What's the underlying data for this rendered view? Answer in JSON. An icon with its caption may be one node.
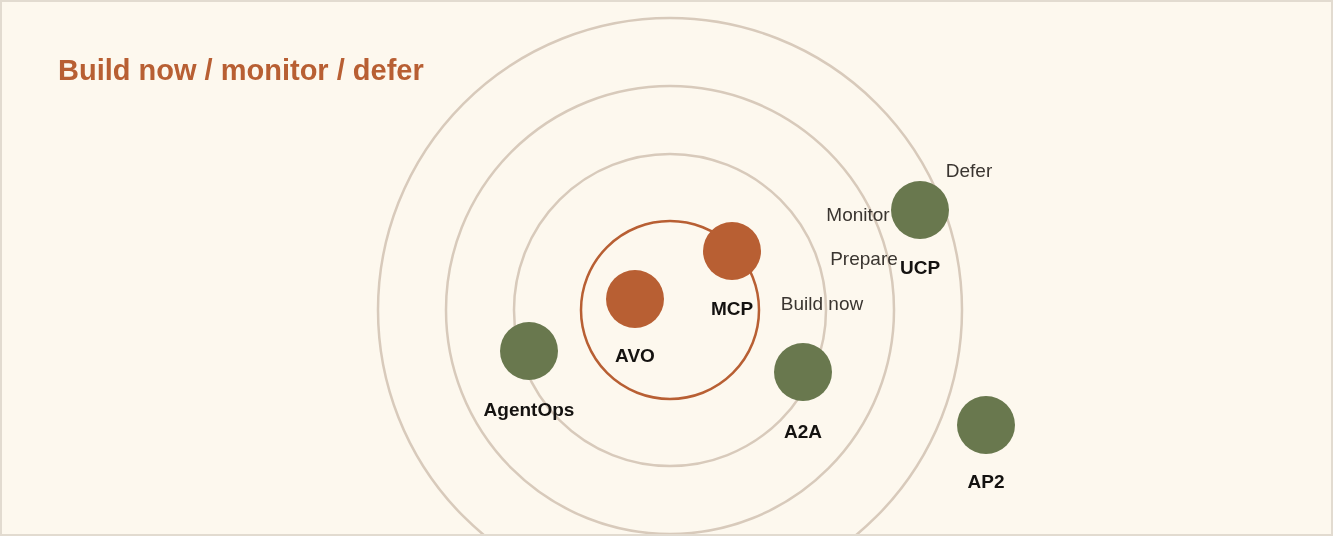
{
  "diagram": {
    "title": "Build now / monitor / defer",
    "nodes": [
      {
        "text": [
          "UCP"
        ]
      },
      {
        "text": [
          "MCP"
        ]
      },
      {
        "text": [
          "AVO"
        ]
      },
      {
        "text": [
          "AgentOps"
        ]
      },
      {
        "text": [
          "A2A"
        ]
      },
      {
        "text": [
          "AP2"
        ]
      }
    ],
    "labels": [
      "Defer",
      "Monitor",
      "Prepare",
      "Build now"
    ]
  }
}
